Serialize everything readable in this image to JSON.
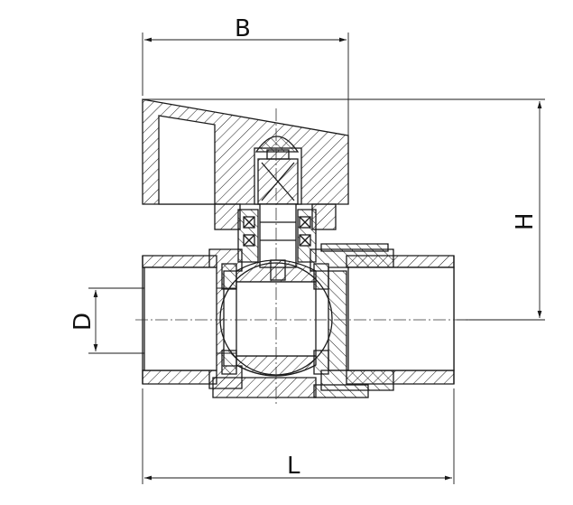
{
  "drawing": {
    "dimensions": {
      "B": "B",
      "H": "H",
      "D": "D",
      "L": "L"
    },
    "line_color": "#1a1a1a",
    "background": "#ffffff"
  }
}
